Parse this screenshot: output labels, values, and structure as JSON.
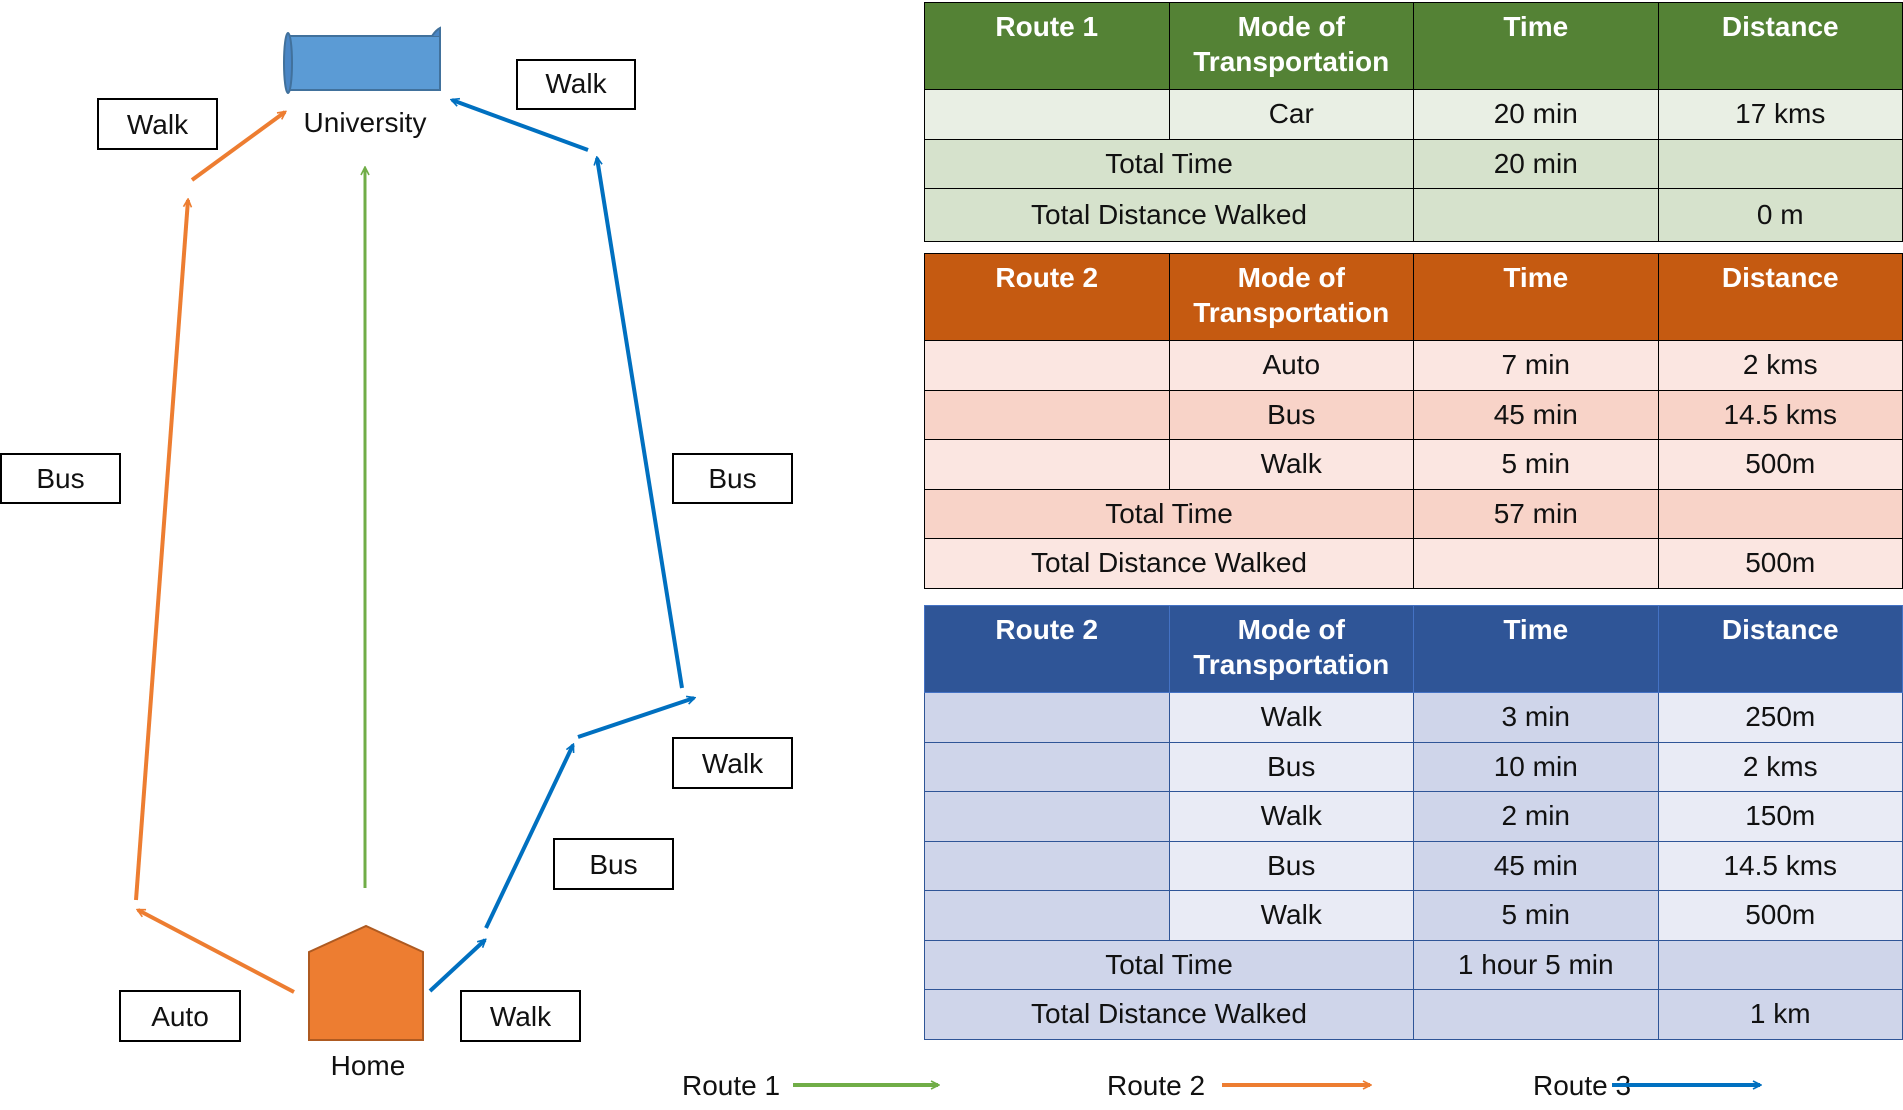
{
  "map": {
    "origin": "Home",
    "destination": "University",
    "labels": {
      "walk_top_left": "Walk",
      "walk_top_right": "Walk",
      "bus_left": "Bus",
      "bus_right": "Bus",
      "walk_mid_right": "Walk",
      "bus_lower_right": "Bus",
      "auto_bottom_left": "Auto",
      "walk_bottom_right": "Walk"
    }
  },
  "legend": [
    {
      "label": "Route 1",
      "color": "#70ad47"
    },
    {
      "label": "Route 2",
      "color": "#ed7d31"
    },
    {
      "label": "Route 3",
      "color": "#0070c0"
    }
  ],
  "colors": {
    "route1_line": "#70ad47",
    "route2_line": "#ed7d31",
    "route3_line": "#0070c0",
    "home_fill": "#ed7d31",
    "university_fill": "#5b9bd5"
  },
  "tables": {
    "route1": {
      "headers": [
        "Route 1",
        "Mode of Transportation",
        "Time",
        "Distance"
      ],
      "rows": [
        {
          "blank": "",
          "mode": "Car",
          "time": "20 min",
          "distance": "17 kms"
        }
      ],
      "total_time_label": "Total Time",
      "total_time": "20 min",
      "total_time_distance": "",
      "total_walked_label": "Total Distance Walked",
      "total_walked_time": "",
      "total_walked": "0 m"
    },
    "route2": {
      "headers": [
        "Route 2",
        "Mode of Transportation",
        "Time",
        "Distance"
      ],
      "rows": [
        {
          "blank": "",
          "mode": "Auto",
          "time": "7 min",
          "distance": "2 kms"
        },
        {
          "blank": "",
          "mode": "Bus",
          "time": "45 min",
          "distance": "14.5 kms"
        },
        {
          "blank": "",
          "mode": "Walk",
          "time": "5 min",
          "distance": "500m"
        }
      ],
      "total_time_label": "Total Time",
      "total_time": "57 min",
      "total_time_distance": "",
      "total_walked_label": "Total Distance Walked",
      "total_walked_time": "",
      "total_walked": "500m"
    },
    "route3": {
      "headers": [
        "Route 2",
        "Mode of Transportation",
        "Time",
        "Distance"
      ],
      "rows": [
        {
          "blank": "",
          "mode": "Walk",
          "time": "3 min",
          "distance": "250m"
        },
        {
          "blank": "",
          "mode": "Bus",
          "time": "10 min",
          "distance": "2 kms"
        },
        {
          "blank": "",
          "mode": "Walk",
          "time": "2 min",
          "distance": "150m"
        },
        {
          "blank": "",
          "mode": "Bus",
          "time": "45 min",
          "distance": "14.5 kms"
        },
        {
          "blank": "",
          "mode": "Walk",
          "time": "5 min",
          "distance": "500m"
        }
      ],
      "total_time_label": "Total Time",
      "total_time": "1 hour 5 min",
      "total_time_distance": "",
      "total_walked_label": "Total Distance Walked",
      "total_walked_time": "",
      "total_walked": "1 km"
    }
  }
}
